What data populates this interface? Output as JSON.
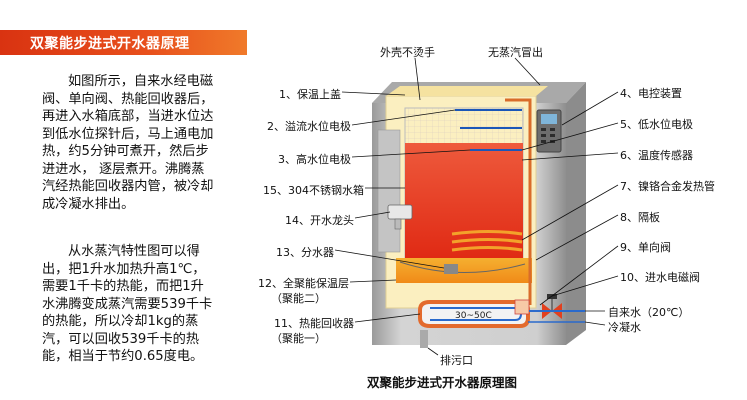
{
  "title": "双聚能步进式开水器原理",
  "paragraph1": [
    "如图所示，自来水经电磁",
    "阀、单向阀、热能回收器后，",
    "再进入水箱底部，当进水位达",
    "到低水位探针后，马上通电加",
    "热，约5分钟可煮开，然后步",
    "进进水，  逐层煮开。沸腾蒸",
    "汽经热能回收器内管，被冷却",
    "成冷凝水排出。"
  ],
  "paragraph2": [
    "从水蒸汽特性图可以得",
    "出，把1升水加热升高1℃，",
    "需要1千卡的热能，而把1升",
    "水沸腾变成蒸汽需要539千卡",
    "的热能，所以冷却1kg的蒸",
    "汽，可以回收539千卡的热",
    "能，相当于节约0.65度电。"
  ],
  "labels_left": [
    "1、保温上盖",
    "2、溢流水位电极",
    "3、高水位电极",
    "15、304不锈钢水箱",
    "14、开水龙头",
    "13、分水器",
    "12、全聚能保温层",
    "（聚能二）",
    "11、热能回收器",
    "（聚能一）"
  ],
  "labels_right": [
    "4、电控装置",
    "5、低水位电极",
    "6、温度传感器",
    "7、镍铬合金发热管",
    "8、隔板",
    "9、单向阀",
    "10、进水电磁阀",
    "自来水（20℃）",
    "冷凝水"
  ],
  "labels_top": [
    "外壳不烫手",
    "无蒸汽冒出"
  ],
  "label_bottom": "排污口",
  "pipe_temp": "30~50C",
  "caption": "双聚能步进式开水器原理图",
  "colors": {
    "banner": "#e2451a",
    "hot_water": "#e8321e",
    "warm_layer": "#f39a1e",
    "insulation": "#fbefc0",
    "shell": "#b8b8b8"
  }
}
